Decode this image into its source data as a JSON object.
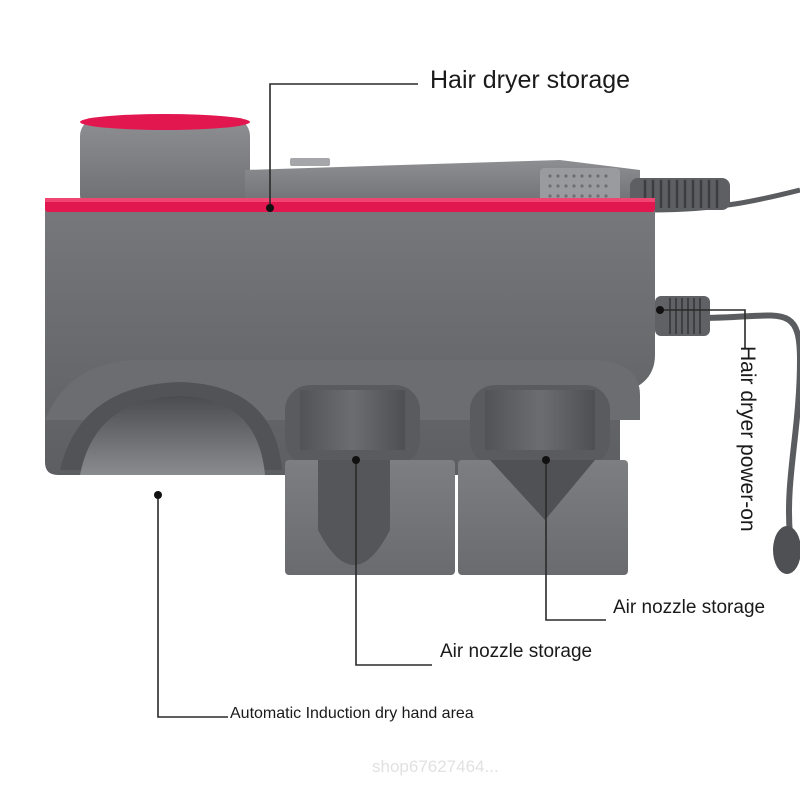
{
  "labels": {
    "hair_dryer_storage": "Hair dryer storage",
    "hair_dryer_power_on": "Hair dryer power-on",
    "air_nozzle_storage_left": "Air nozzle storage",
    "air_nozzle_storage_right": "Air nozzle storage",
    "dry_hand_area": "Automatic Induction dry hand area"
  },
  "watermark": "shop67627464..."
}
